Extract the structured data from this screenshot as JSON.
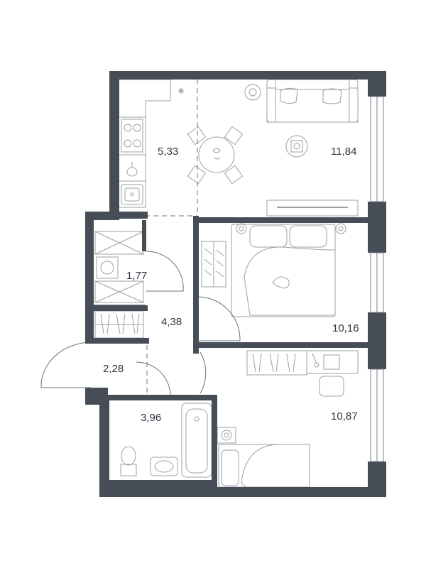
{
  "colors": {
    "wall": "#474d57",
    "line": "#7a8088",
    "furniture": "#9aa0a6",
    "label": "#2e3440"
  },
  "rooms": [
    {
      "id": "kitchen",
      "area": "5,33"
    },
    {
      "id": "living-room",
      "area": "11,84"
    },
    {
      "id": "wardrobe",
      "area": "1,77"
    },
    {
      "id": "hallway",
      "area": "4,38"
    },
    {
      "id": "bedroom-1",
      "area": "10,16"
    },
    {
      "id": "entrance",
      "area": "2,28"
    },
    {
      "id": "bathroom",
      "area": "3,96"
    },
    {
      "id": "bedroom-2",
      "area": "10,87"
    }
  ]
}
